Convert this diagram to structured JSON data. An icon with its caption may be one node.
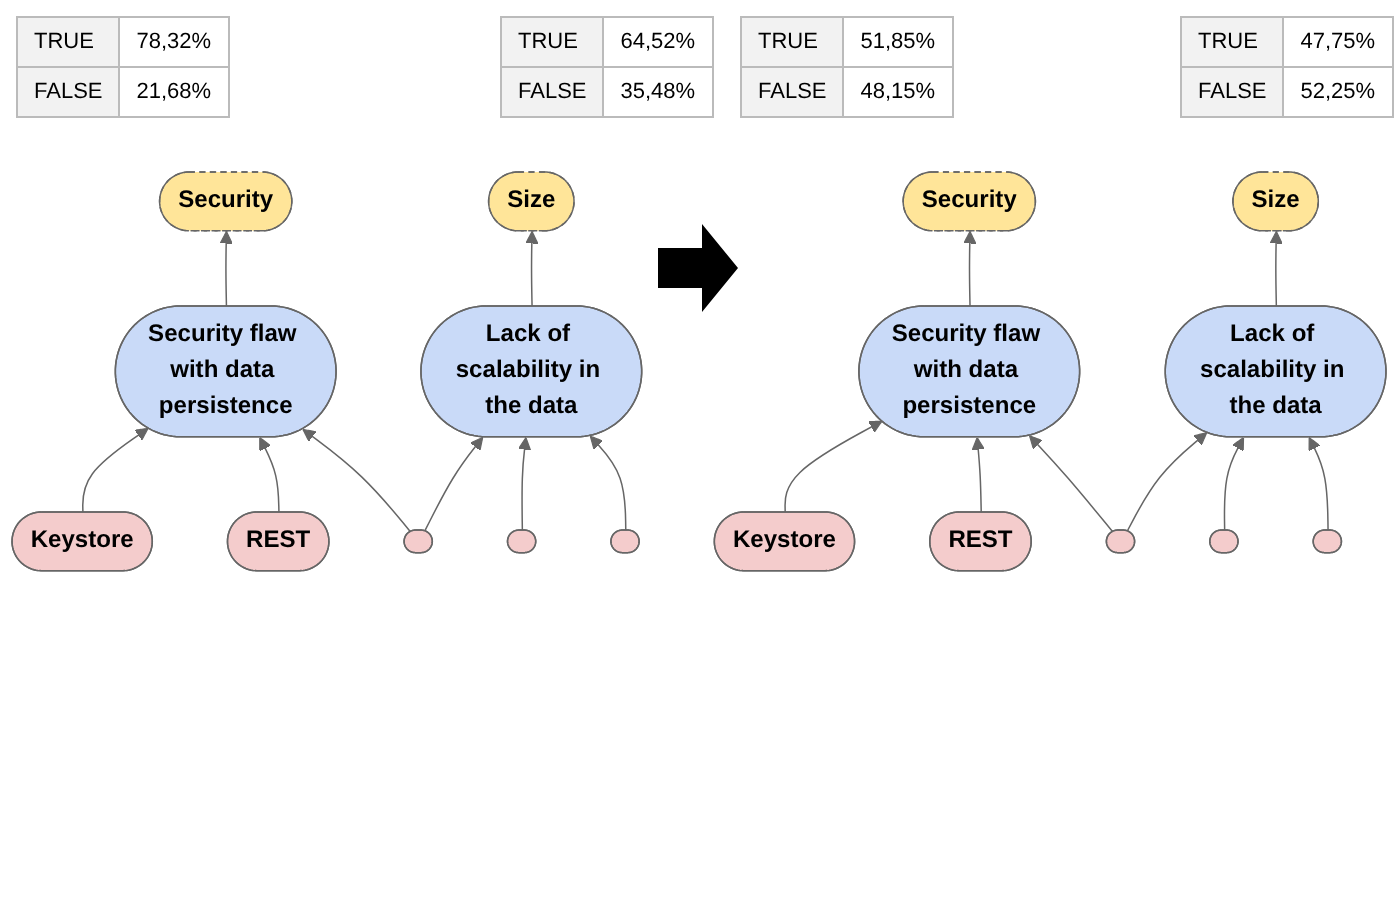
{
  "diagram": {
    "nodes": [
      {
        "text": [
          "Security"
        ]
      },
      {
        "text": [
          "Size"
        ]
      },
      {
        "text": [
          "Security flaw with data persistence"
        ]
      },
      {
        "text": [
          "Lack of scalability in the data"
        ]
      },
      {
        "text": [
          "Keystore"
        ]
      },
      {
        "text": [
          "REST"
        ]
      },
      {
        "text": [],
        "shape": "ellipse"
      },
      {
        "text": [],
        "shape": "ellipse"
      },
      {
        "text": [],
        "shape": "ellipse"
      },
      {
        "text": [
          "Security"
        ]
      },
      {
        "text": [
          "Size"
        ]
      },
      {
        "text": [
          "Security flaw with data persistence"
        ]
      },
      {
        "text": [
          "Lack of scalability in the data"
        ]
      },
      {
        "text": [
          "Keystore"
        ]
      },
      {
        "text": [
          "REST"
        ]
      },
      {
        "text": [],
        "shape": "ellipse"
      },
      {
        "text": [],
        "shape": "ellipse"
      },
      {
        "text": [],
        "shape": "ellipse"
      }
    ],
    "edges": [
      {
        "from": 2,
        "to": 0,
        "arrow": "to"
      },
      {
        "from": 3,
        "to": 1,
        "arrow": "to"
      },
      {
        "from": 4,
        "to": 2,
        "arrow": "to"
      },
      {
        "from": 5,
        "to": 2,
        "arrow": "to"
      },
      {
        "from": 6,
        "to": 2,
        "arrow": "to"
      },
      {
        "from": 6,
        "to": 3,
        "arrow": "to"
      },
      {
        "from": 7,
        "to": 3,
        "arrow": "to"
      },
      {
        "from": 8,
        "to": 3,
        "arrow": "to"
      },
      {
        "from": 11,
        "to": 9,
        "arrow": "to"
      },
      {
        "from": 12,
        "to": 10,
        "arrow": "to"
      },
      {
        "from": 13,
        "to": 11,
        "arrow": "to"
      },
      {
        "from": 14,
        "to": 11,
        "arrow": "to"
      },
      {
        "from": 15,
        "to": 11,
        "arrow": "to"
      },
      {
        "from": 15,
        "to": 12,
        "arrow": "to"
      },
      {
        "from": 16,
        "to": 12,
        "arrow": "to"
      },
      {
        "from": 17,
        "to": 12,
        "arrow": "to"
      }
    ],
    "labels": [
      "TRUE",
      "78,32%",
      "FALSE",
      "21,68%",
      "TRUE",
      "64,52%",
      "FALSE",
      "35,48%",
      "TRUE",
      "51,85%",
      "FALSE",
      "48,15%",
      "TRUE",
      "47,75%",
      "FALSE",
      "52,25%"
    ]
  }
}
